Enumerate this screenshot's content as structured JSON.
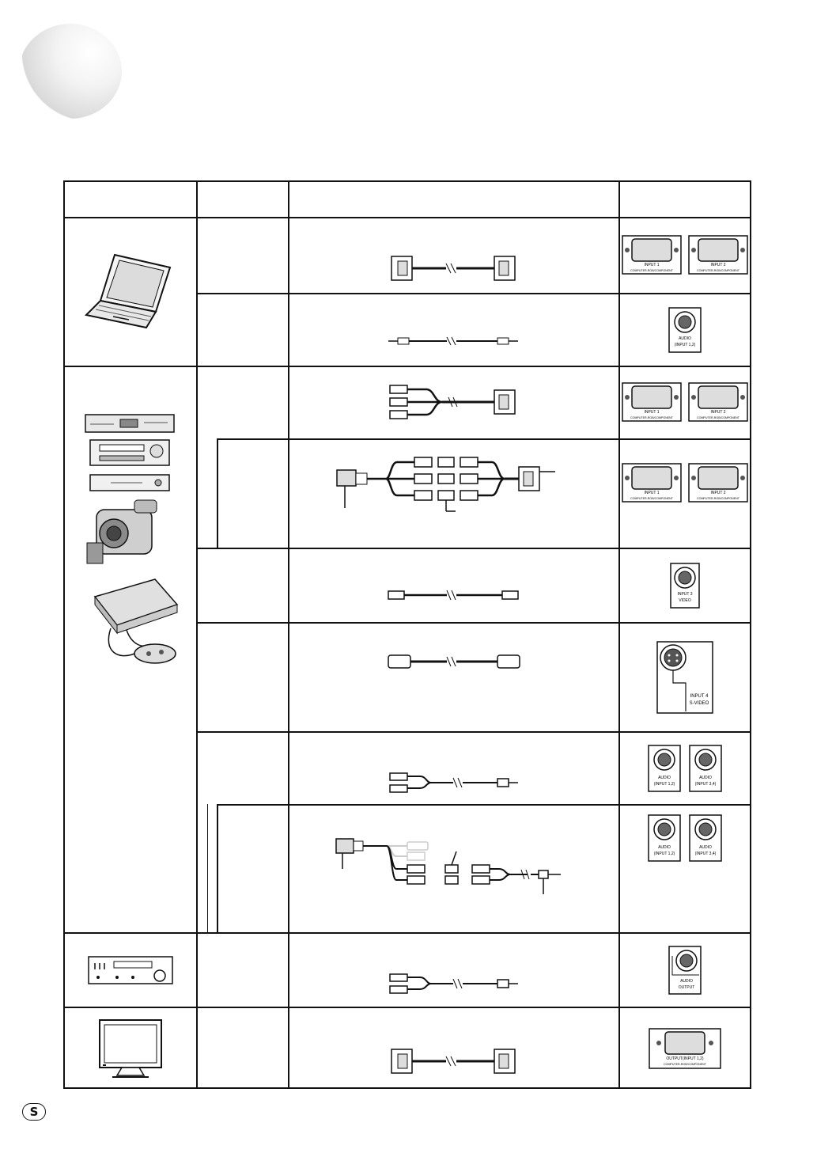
{
  "page": {
    "marker": "S"
  },
  "panel_labels": {
    "input1": "INPUT 1",
    "input2": "INPUT 2",
    "computer_rgb_component": "COMPUTER-RGB/COMPONENT",
    "audio": "AUDIO",
    "input12": "(INPUT 1,2)",
    "input34": "(INPUT 3,4)",
    "input3": "INPUT 3",
    "video": "VIDEO",
    "input4": "INPUT 4",
    "svideo": "S-VIDEO",
    "output": "OUTPUT",
    "output_input12": "OUTPUT(INPUT 1,2)"
  },
  "colors": {
    "line": "#111111",
    "device_fill": "#e8e8e8",
    "device_dark": "#555555",
    "cable_light": "#cccccc"
  }
}
